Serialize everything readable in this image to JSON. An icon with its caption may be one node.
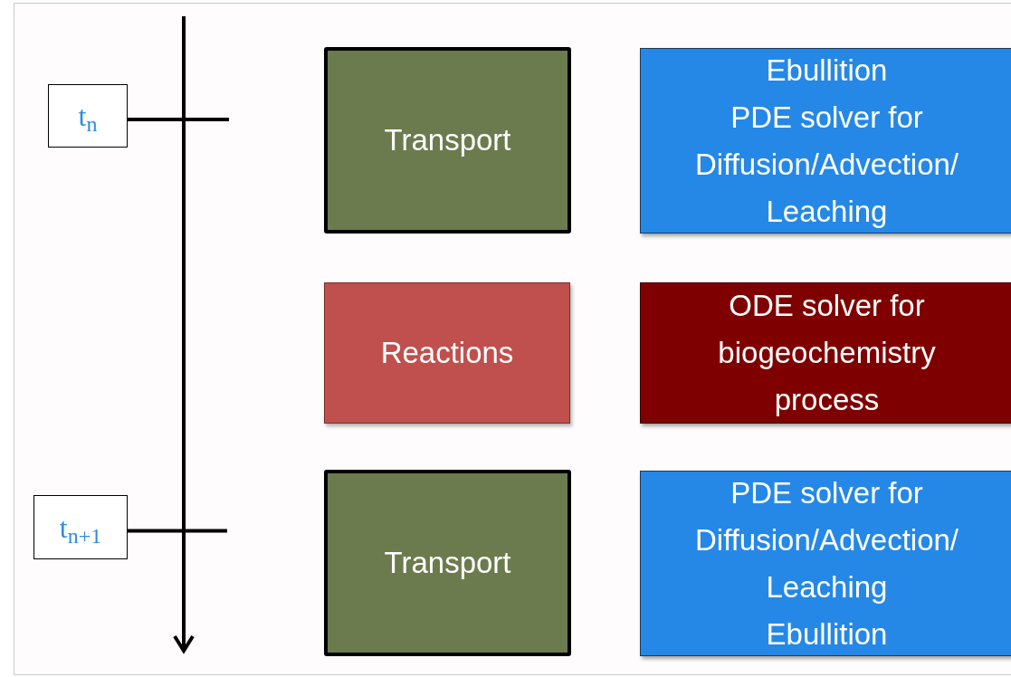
{
  "diagram": {
    "nodes": [
      {
        "text": [
          "t$_{n}$"
        ]
      },
      {
        "text": [
          "t$_{n+1}$"
        ]
      },
      {
        "text": [
          "Transport"
        ]
      },
      {
        "text": [
          "Ebullition",
          "PDE solver for Diffusion/Advection/ Leaching"
        ]
      },
      {
        "text": [
          "Reactions"
        ]
      },
      {
        "text": [
          "ODE solver for biogeochemistry process"
        ]
      },
      {
        "text": [
          "Transport"
        ]
      },
      {
        "text": [
          "PDE solver for Diffusion/Advection/ Leaching",
          "Ebullition"
        ]
      }
    ],
    "edges": [
      {
        "from": 0,
        "to": null,
        "arrow": "none"
      },
      {
        "from": 1,
        "to": null,
        "arrow": "none"
      }
    ]
  }
}
